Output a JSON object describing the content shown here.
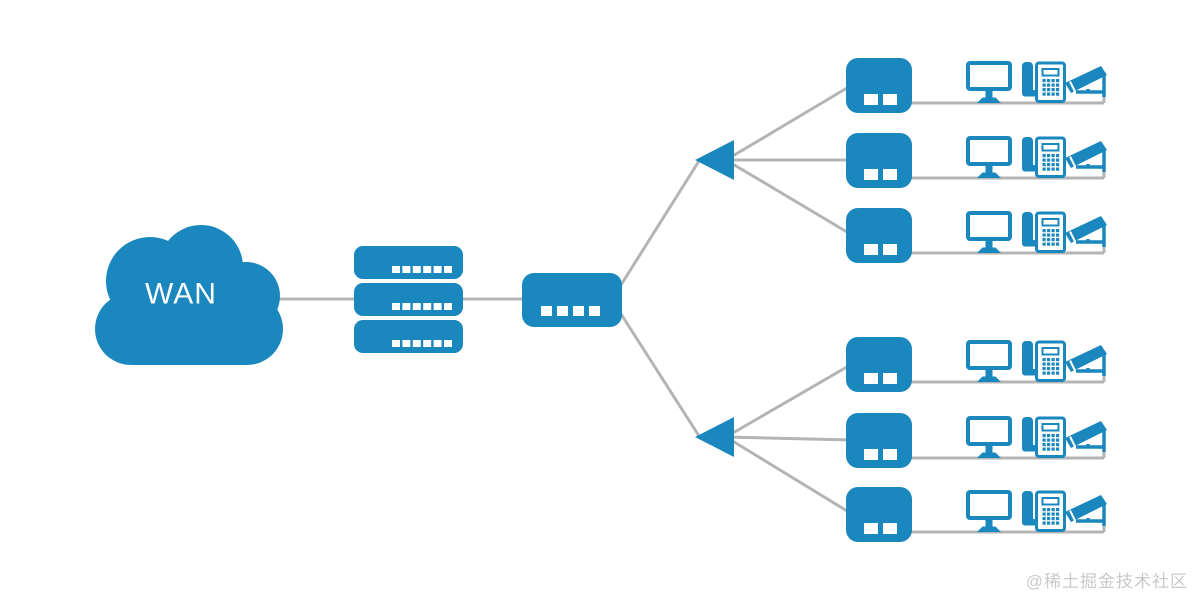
{
  "colors": {
    "device_blue": "#1a87be",
    "connector_gray": "#b4b4b4",
    "icon_detail_white": "#ffffff",
    "background": "#ffffff",
    "watermark_gray": "#c9c9c9"
  },
  "wan": {
    "label": "WAN"
  },
  "watermark": {
    "text": "@稀土掘金技术社区"
  },
  "icons": {
    "cloud": "wan-cloud-icon",
    "server_stack": "server-stack-icon",
    "core_switch": "core-switch-icon",
    "distribution": "triangle-arrow-icon",
    "access_switch": "access-switch-icon",
    "monitor": "monitor-icon",
    "phone": "ip-phone-icon",
    "camera": "security-camera-icon"
  },
  "topology": {
    "wan_cloud": {
      "label": "WAN",
      "connects_to": "server-stack"
    },
    "server_stack": {
      "unit_count": 3,
      "port_marks_per_unit": 6,
      "connects_to": "core-switch"
    },
    "core_switch": {
      "port_marks": 4,
      "connects_to": [
        "distribution-1",
        "distribution-2"
      ]
    },
    "distribution_nodes": [
      {
        "id": "distribution-1",
        "shape": "left-pointing-triangle",
        "feeds_rows": [
          1,
          2,
          3
        ]
      },
      {
        "id": "distribution-2",
        "shape": "left-pointing-triangle",
        "feeds_rows": [
          4,
          5,
          6
        ]
      }
    ],
    "access_rows": [
      {
        "row": 1,
        "group": 1,
        "devices": [
          "access-switch",
          "monitor",
          "ip-phone",
          "security-camera"
        ]
      },
      {
        "row": 2,
        "group": 1,
        "devices": [
          "access-switch",
          "monitor",
          "ip-phone",
          "security-camera"
        ]
      },
      {
        "row": 3,
        "group": 1,
        "devices": [
          "access-switch",
          "monitor",
          "ip-phone",
          "security-camera"
        ]
      },
      {
        "row": 4,
        "group": 2,
        "devices": [
          "access-switch",
          "monitor",
          "ip-phone",
          "security-camera"
        ]
      },
      {
        "row": 5,
        "group": 2,
        "devices": [
          "access-switch",
          "monitor",
          "ip-phone",
          "security-camera"
        ]
      },
      {
        "row": 6,
        "group": 2,
        "devices": [
          "access-switch",
          "monitor",
          "ip-phone",
          "security-camera"
        ]
      }
    ]
  }
}
